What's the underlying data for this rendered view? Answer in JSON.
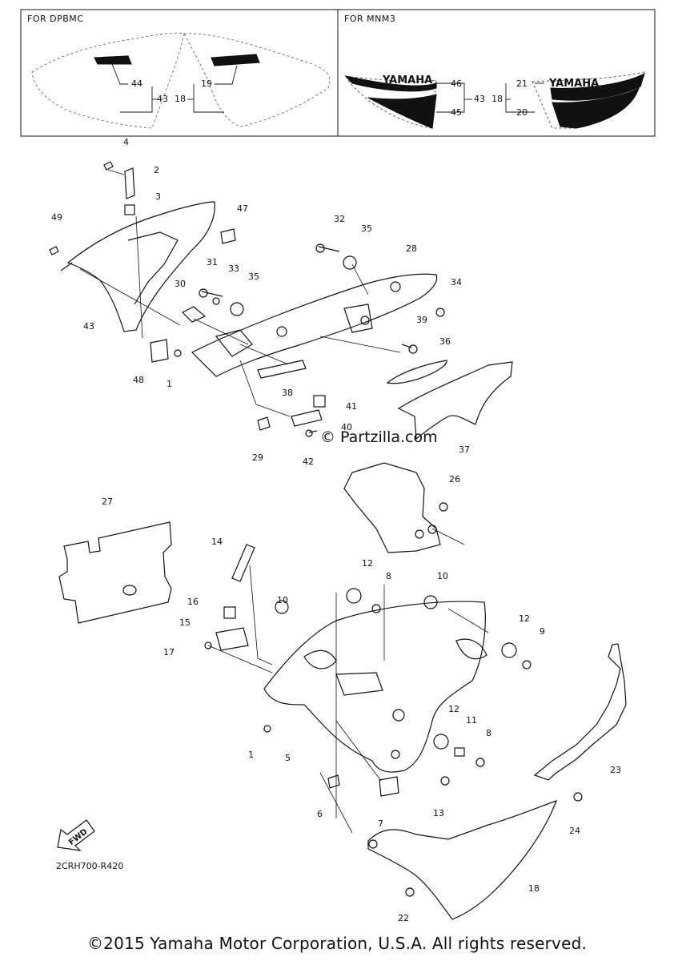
{
  "inset": {
    "left_title": "FOR DPBMC",
    "right_title": "FOR MNM3",
    "brand_text": "YAMAHA",
    "left_callouts": [
      "44",
      "43",
      "18",
      "19"
    ],
    "right_callouts": [
      "46",
      "43",
      "18",
      "21",
      "45",
      "20"
    ]
  },
  "callouts": {
    "c1a": "1",
    "c1b": "1",
    "c2": "2",
    "c3": "3",
    "c4": "4",
    "c5": "5",
    "c6": "6",
    "c7": "7",
    "c8a": "8",
    "c8b": "8",
    "c9": "9",
    "c10a": "10",
    "c10b": "10",
    "c11": "11",
    "c12a": "12",
    "c12b": "12",
    "c12c": "12",
    "c13": "13",
    "c14": "14",
    "c15": "15",
    "c16": "16",
    "c17": "17",
    "c18": "18",
    "c22": "22",
    "c23": "23",
    "c24": "24",
    "c26": "26",
    "c27": "27",
    "c28": "28",
    "c29": "29",
    "c30": "30",
    "c31": "31",
    "c32": "32",
    "c33": "33",
    "c34": "34",
    "c35a": "35",
    "c35b": "35",
    "c36": "36",
    "c37": "37",
    "c38": "38",
    "c39": "39",
    "c40": "40",
    "c41": "41",
    "c42": "42",
    "c43": "43",
    "c47": "47",
    "c48": "48",
    "c49": "49"
  },
  "fwd_label": "FWD",
  "watermark": "© Partzilla.com",
  "diagram_code": "2CRH700-R420",
  "copyright": "©2015 Yamaha Motor Corporation, U.S.A. All rights reserved."
}
